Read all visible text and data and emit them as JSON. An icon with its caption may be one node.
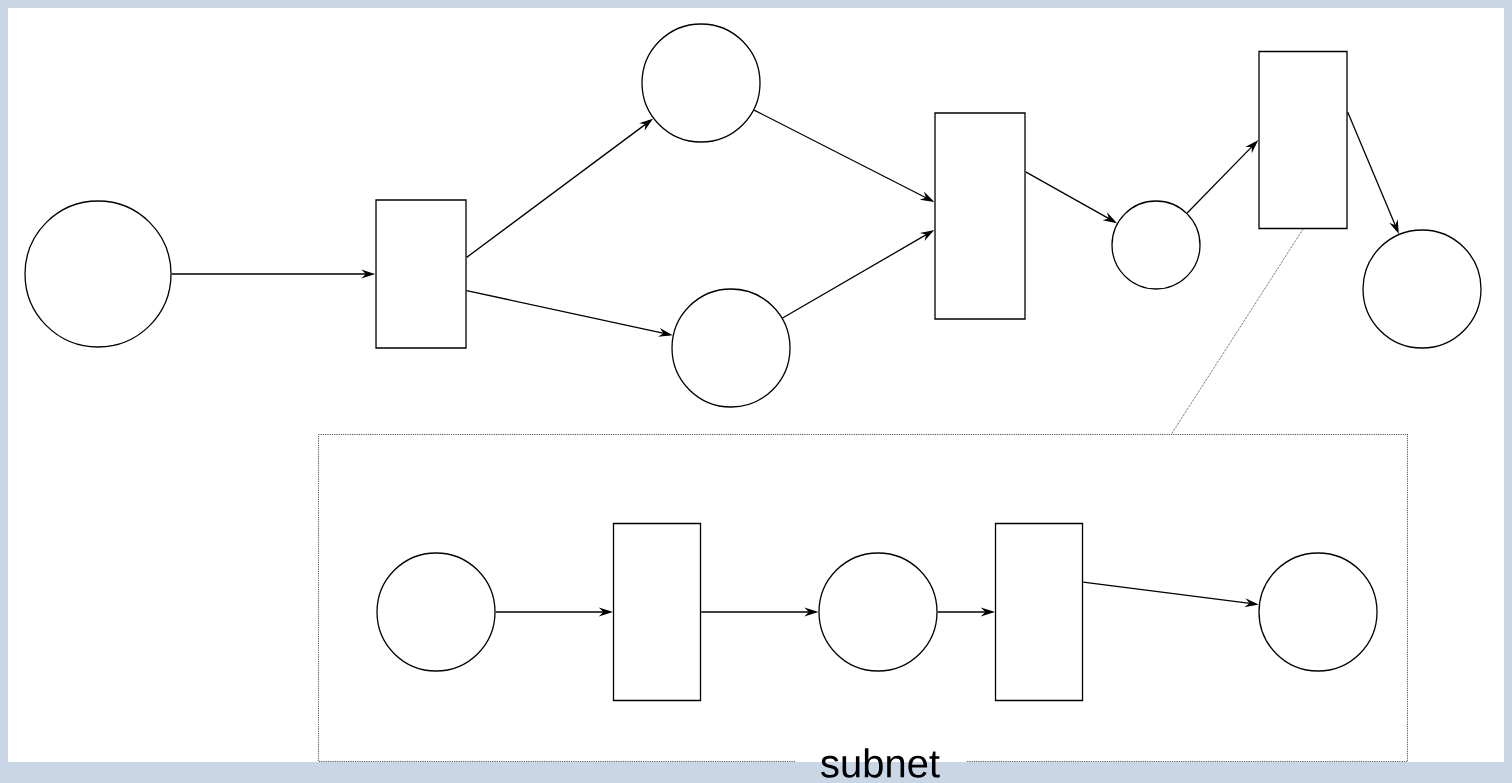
{
  "diagram": {
    "nodes": [
      {
        "text": [],
        "shape": "circle"
      },
      {
        "text": [],
        "shape": "box"
      },
      {
        "text": [],
        "shape": "circle"
      },
      {
        "text": [],
        "shape": "circle"
      },
      {
        "text": [],
        "shape": "box"
      },
      {
        "text": [],
        "shape": "circle"
      },
      {
        "text": [],
        "shape": "box"
      },
      {
        "text": [],
        "shape": "circle"
      },
      {
        "text": [
          "subnet"
        ]
      },
      {
        "text": [],
        "shape": "circle",
        "in": 8
      },
      {
        "text": [],
        "shape": "box",
        "in": 8
      },
      {
        "text": [],
        "shape": "circle",
        "in": 8
      },
      {
        "text": [],
        "shape": "box",
        "in": 8
      },
      {
        "text": [],
        "shape": "circle",
        "in": 8
      }
    ],
    "edges": [
      {
        "from": 0,
        "to": 1,
        "arrow": "to"
      },
      {
        "from": 1,
        "to": 2,
        "arrow": "to"
      },
      {
        "from": 1,
        "to": 3,
        "arrow": "to"
      },
      {
        "from": 2,
        "to": 4,
        "arrow": "to"
      },
      {
        "from": 3,
        "to": 4,
        "arrow": "to"
      },
      {
        "from": 4,
        "to": 5,
        "arrow": "to"
      },
      {
        "from": 5,
        "to": 6,
        "arrow": "to"
      },
      {
        "from": 6,
        "to": 7,
        "arrow": "to"
      },
      {
        "from": 6,
        "to": 8,
        "arrow": "none",
        "style": "dashed"
      },
      {
        "from": 9,
        "to": 10,
        "arrow": "to"
      },
      {
        "from": 10,
        "to": 11,
        "arrow": "to"
      },
      {
        "from": 11,
        "to": 12,
        "arrow": "to"
      },
      {
        "from": 12,
        "to": 13,
        "arrow": "to"
      }
    ]
  }
}
